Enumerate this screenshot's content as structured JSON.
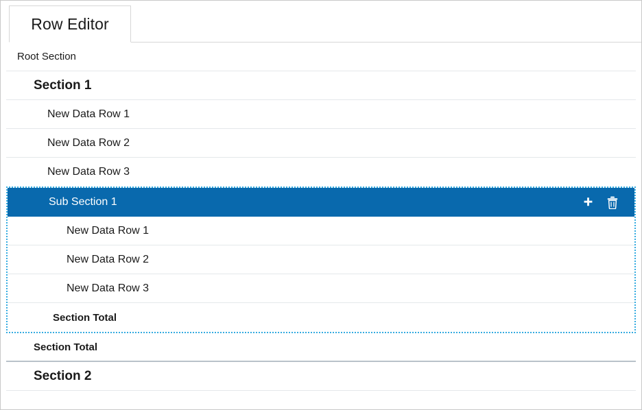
{
  "window": {
    "border_color": "#c8c8c8",
    "background": "#ffffff"
  },
  "tabs": [
    {
      "label": "Row Editor",
      "active": true
    }
  ],
  "colors": {
    "selected_row_background": "#0969ad",
    "selected_row_text": "#ffffff",
    "group_outline": "#33abe0",
    "row_separator": "#e4e8ea",
    "section_separator": "#b9c2c9",
    "text": "#1a1a1a"
  },
  "tree": {
    "root_label": "Root Section",
    "rows": [
      {
        "label": "Section 1",
        "style": "section",
        "indent": 1
      },
      {
        "label": "New Data Row 1",
        "style": "data",
        "indent": 2
      },
      {
        "label": "New Data Row 2",
        "style": "data",
        "indent": 2
      },
      {
        "label": "New Data Row 3",
        "style": "data",
        "indent": 2
      }
    ],
    "subsection": {
      "header": {
        "label": "Sub Section 1",
        "style": "subsection",
        "indent": 2,
        "selected": true,
        "actions": [
          {
            "name": "add-icon",
            "glyph": "plus"
          },
          {
            "name": "delete-icon",
            "glyph": "trash"
          }
        ]
      },
      "rows": [
        {
          "label": "New Data Row 1",
          "style": "data",
          "indent": 4
        },
        {
          "label": "New Data Row 2",
          "style": "data",
          "indent": 4
        },
        {
          "label": "New Data Row 3",
          "style": "data",
          "indent": 4
        },
        {
          "label": "Section Total",
          "style": "total",
          "indent": 3
        }
      ]
    },
    "after_rows": [
      {
        "label": "Section Total",
        "style": "total",
        "indent": 1
      },
      {
        "label": "Section 2",
        "style": "section",
        "indent": 1
      }
    ]
  }
}
